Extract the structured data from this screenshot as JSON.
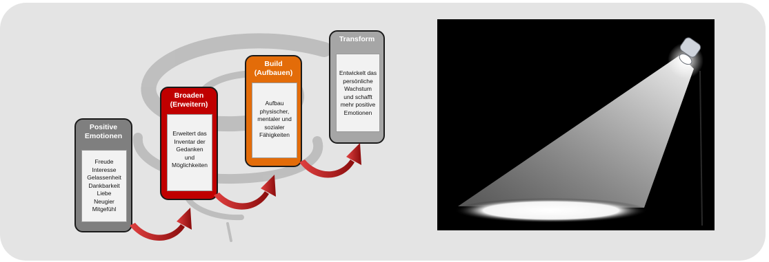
{
  "colors": {
    "panel": "#e4e4e4",
    "step_positive": "#7f7f7f",
    "step_broaden": "#c00000",
    "step_build": "#e36c09",
    "step_transform": "#a6a6a6",
    "arrow": "#b01818",
    "spotlight_background": "#000000"
  },
  "steps": [
    {
      "title": "Positive\nEmotionen",
      "body": "Freude\nInteresse\nGelassenheit\nDankbarkeit\nLiebe\nNeugier\nMitgefühl"
    },
    {
      "title": "Broaden\n(Erweitern)",
      "body": "Erweitert das\nInventar der\nGedanken\nund\nMöglichkeiten"
    },
    {
      "title": "Build\n(Aufbauen)",
      "body": "Aufbau\nphysischer,\nmentaler und\nsozialer\nFähigkeiten"
    },
    {
      "title": "Transform",
      "body": "Entwickelt das\npersönliche\nWachstum\nund schafft\nmehr positive\nEmotionen"
    }
  ],
  "image": {
    "subject": "spotlight-lamp-icon"
  }
}
